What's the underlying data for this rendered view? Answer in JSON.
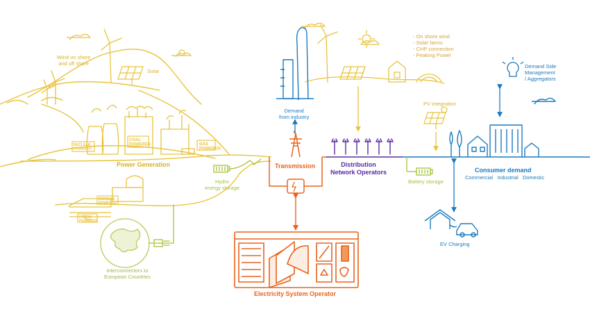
{
  "colors": {
    "generation": "#e8c33c",
    "transmission": "#e8621a",
    "distribution": "#5a2ca0",
    "consumer": "#1a7abf",
    "storage": "#a6c43a",
    "interconnector": "#b7cc5a"
  },
  "generation": {
    "wind_label": "Wind on shore\nand off shore",
    "solar_label": "Solar",
    "nuclear_sign": "NUCLEAR\nPOWERED",
    "coal_sign": "COAL\nPOWERED",
    "gas_sign": "GAS\nPOWERED",
    "biomass_sign": "BIOMASS\nPOWERED",
    "hydro_sign": "HYDRO\nPOWERED",
    "title": "Power Generation"
  },
  "storage": {
    "hydro_label": "Hydro\nenergy storage",
    "battery_label": "Battery storage"
  },
  "interconnectors": {
    "label": "Interconnectors to\nEuropean Countries"
  },
  "transmission": {
    "title": "Transmission"
  },
  "distribution": {
    "title": "Distribution\nNetwork Operators"
  },
  "industry": {
    "label": "Demand\nfrom industry"
  },
  "local_generation": {
    "items": [
      "- On shore wind",
      "- Solar farms",
      "- CHP connection",
      "- Peaking Power"
    ]
  },
  "pv": {
    "label": "PV integration"
  },
  "demand_side": {
    "label": "Demand Side\nManagement\n/ Aggregators"
  },
  "consumer": {
    "title": "Consumer demand",
    "subtitle": "Commercial   Industrial   Domestic"
  },
  "ev": {
    "label": "EV Charging"
  },
  "operator": {
    "title": "Electricity System Operator"
  }
}
